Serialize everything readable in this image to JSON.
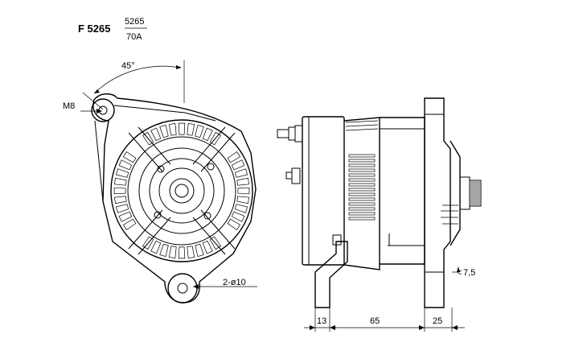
{
  "header": {
    "model": "F 5265",
    "fraction_top": "5265",
    "fraction_bottom": "70A"
  },
  "front_view": {
    "angle_label": "45°",
    "thread_label": "M8",
    "mount_label": "2-ø10"
  },
  "side_view": {
    "dim_left": "13",
    "dim_middle": "65",
    "dim_right": "25",
    "dim_offset": "7,5"
  }
}
